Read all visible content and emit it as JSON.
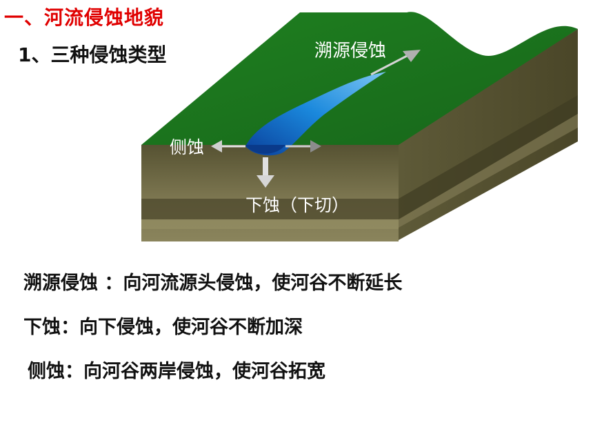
{
  "heading": "一、河流侵蚀地貌",
  "subheading": "1、三种侵蚀类型",
  "diagram": {
    "labels": {
      "headward": "溯源侵蚀",
      "lateral": "侧蚀",
      "downward": "下蚀（下切）"
    },
    "colors": {
      "grass": "#1e7a1e",
      "water": "#1480d6",
      "soil": "#6b6540",
      "arrow": "#c8c8c8"
    }
  },
  "descriptions": [
    "溯源侵蚀 ：向河流源头侵蚀，使河谷不断延长",
    "下蚀：向下侵蚀，使河谷不断加深",
    "侧蚀：向河谷两岸侵蚀，使河谷拓宽"
  ]
}
